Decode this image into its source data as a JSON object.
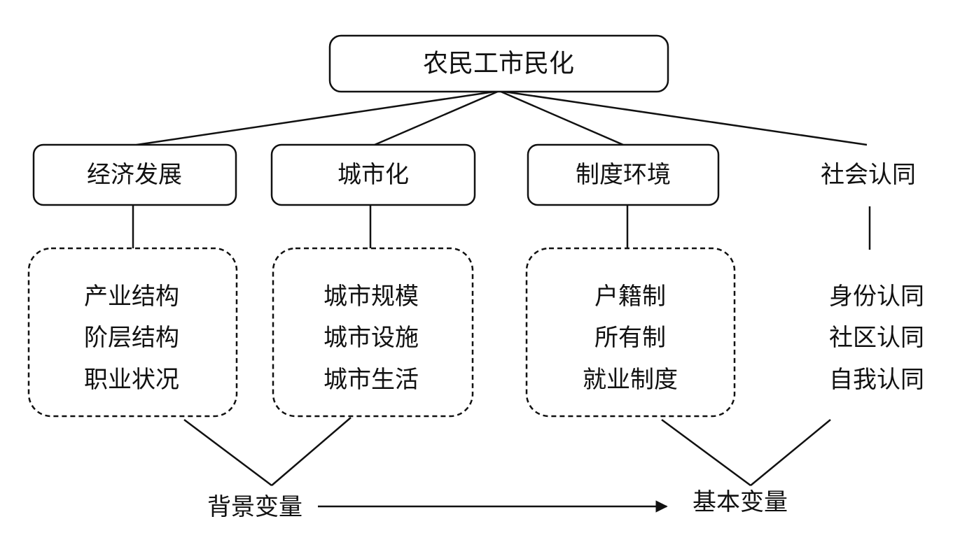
{
  "root": {
    "label": "农民工市民化"
  },
  "categories": [
    {
      "label": "经济发展",
      "items": [
        "产业结构",
        "阶层结构",
        "职业状况"
      ]
    },
    {
      "label": "城市化",
      "items": [
        "城市规模",
        "城市设施",
        "城市生活"
      ]
    },
    {
      "label": "制度环境",
      "items": [
        "户籍制",
        "所有制",
        "就业制度"
      ]
    },
    {
      "label": "社会认同",
      "items": [
        "身份认同",
        "社区认同",
        "自我认同"
      ]
    }
  ],
  "bottom": {
    "left_label": "背景变量",
    "right_label": "基本变量"
  },
  "colors": {
    "line": "#111111",
    "background": "#ffffff"
  }
}
